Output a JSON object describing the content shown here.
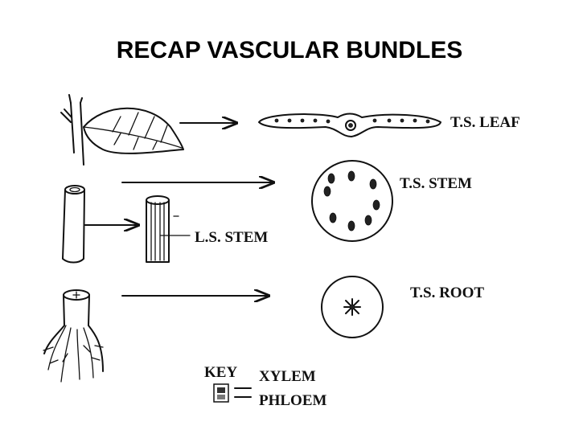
{
  "title": "RECAP VASCULAR BUNDLES",
  "labels": {
    "ts_leaf": "T.S.  LEAF",
    "ts_stem": "T.S. STEM",
    "ls_stem": "L.S. STEM",
    "ts_root": "T.S. ROOT"
  },
  "key": {
    "heading": "KEY",
    "xylem": "XYLEM",
    "phloem": "PHLOEM"
  }
}
